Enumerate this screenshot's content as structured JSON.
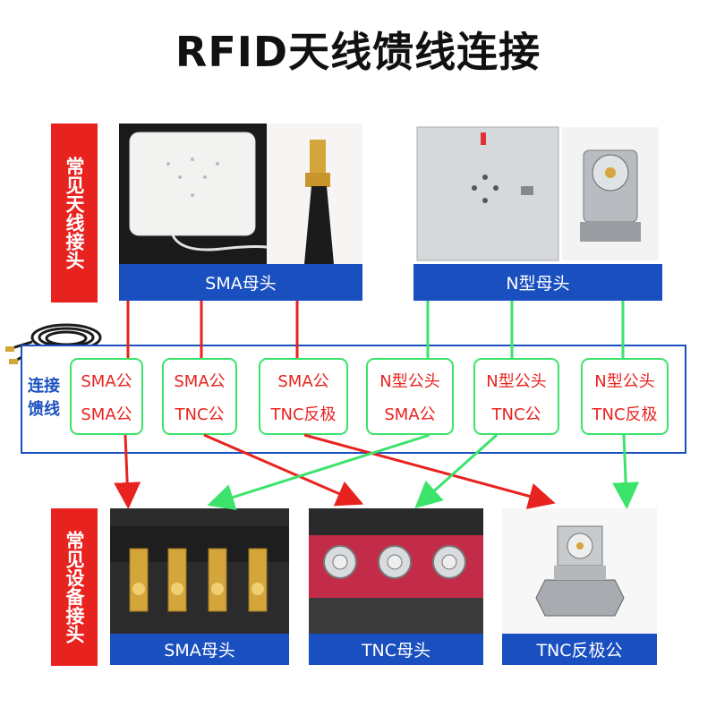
{
  "title": "RFID天线馈线连接",
  "labels": {
    "antenna_side": "常见天线接头",
    "cable_side": "连接馈线",
    "device_side": "常见设备接头"
  },
  "top_captions": [
    "SMA母头",
    "N型母头"
  ],
  "bottom_captions": [
    "SMA母头",
    "TNC母头",
    "TNC反极公"
  ],
  "cables": [
    {
      "line1": "SMA公",
      "line2": "SMA公"
    },
    {
      "line1": "SMA公",
      "line2": "TNC公"
    },
    {
      "line1": "SMA公",
      "line2": "TNC反极"
    },
    {
      "line1": "N型公头",
      "line2": "SMA公"
    },
    {
      "line1": "N型公头",
      "line2": "TNC公"
    },
    {
      "line1": "N型公头",
      "line2": "TNC反极"
    }
  ],
  "colors": {
    "red": "#e8231f",
    "blue": "#1a4fbf",
    "green": "#3be36b"
  }
}
